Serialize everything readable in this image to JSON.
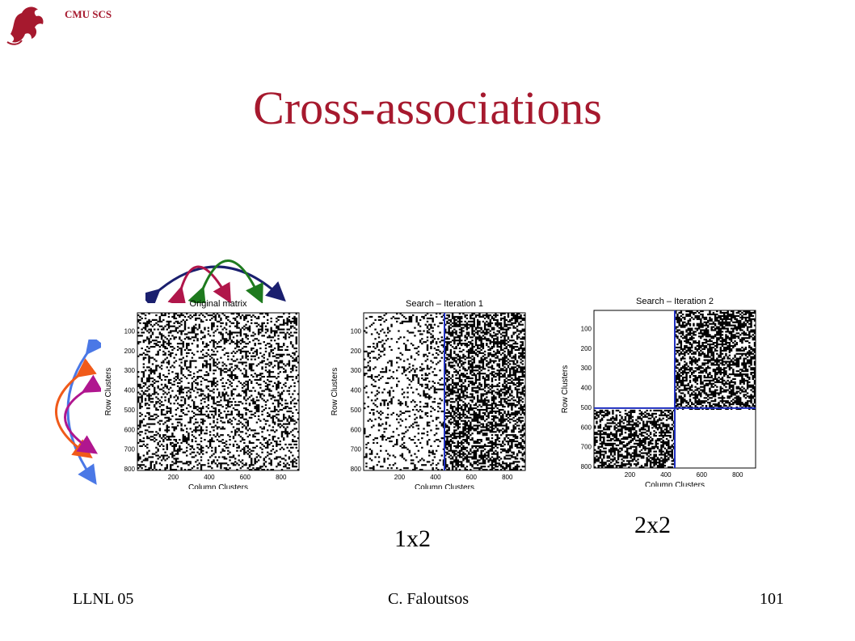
{
  "header": {
    "logo_text": "CMU SCS"
  },
  "title": "Cross-associations",
  "matrices": [
    {
      "title": "Original matrix",
      "ylabel": "Row Clusters",
      "xlabel": "Column Clusters",
      "yticks": [
        "100",
        "200",
        "300",
        "400",
        "500",
        "600",
        "700",
        "800"
      ],
      "xticks": [
        "200",
        "400",
        "600",
        "800"
      ]
    },
    {
      "title": "Search – Iteration 1",
      "ylabel": "Row Clusters",
      "xlabel": "Column Clusters",
      "yticks": [
        "100",
        "200",
        "300",
        "400",
        "500",
        "600",
        "700",
        "800"
      ],
      "xticks": [
        "200",
        "400",
        "600",
        "800"
      ]
    },
    {
      "title": "Search – Iteration 2",
      "ylabel": "Row Clusters",
      "xlabel": "Column Clusters",
      "yticks": [
        "100",
        "200",
        "300",
        "400",
        "500",
        "600",
        "700",
        "800"
      ],
      "xticks": [
        "200",
        "400",
        "600",
        "800"
      ]
    }
  ],
  "captions": {
    "iter1": "1x2",
    "iter2": "2x2"
  },
  "footer": {
    "left": "LLNL 05",
    "center": "C. Faloutsos",
    "right": "101"
  },
  "colors": {
    "title": "#a6192e",
    "divider": "#1f2fbf",
    "arrow_navy": "#1a1f6e",
    "arrow_red": "#b0164a",
    "arrow_green": "#1e7a1e",
    "arrow_blue": "#4a78e6",
    "arrow_orange": "#f05a1a",
    "arrow_magenta": "#b0168f"
  }
}
